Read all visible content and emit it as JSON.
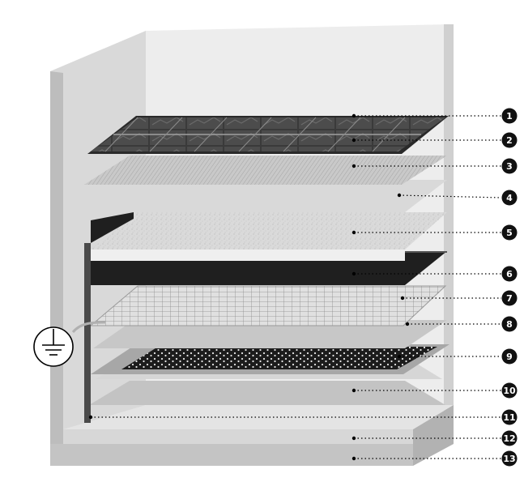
{
  "callouts": [
    {
      "label": "1"
    },
    {
      "label": "2"
    },
    {
      "label": "3"
    },
    {
      "label": "4"
    },
    {
      "label": "5"
    },
    {
      "label": "6"
    },
    {
      "label": "7"
    },
    {
      "label": "8"
    },
    {
      "label": "9"
    },
    {
      "label": "10"
    },
    {
      "label": "11"
    },
    {
      "label": "12"
    },
    {
      "label": "13"
    }
  ],
  "colors": {
    "wall_light": "#e7e7e7",
    "wall_mid": "#d2d2d2",
    "wall_dark": "#a9a9a9",
    "panel_dark": "#2e2e2e",
    "membrane": "#c8c8c8",
    "black_layer": "#1e1e1e",
    "badge": "#111111"
  },
  "icons": {
    "ground_symbol": "ground-icon"
  }
}
